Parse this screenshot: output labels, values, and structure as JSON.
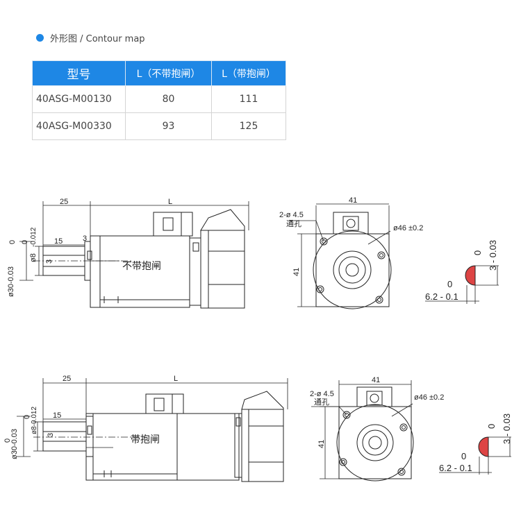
{
  "section": {
    "title": "外形图 / Contour map",
    "bullet_color": "#1e87e5"
  },
  "table": {
    "headers": [
      "型号",
      "L（不带抱闸）",
      "L（带抱闸）"
    ],
    "rows": [
      {
        "model": "40ASG-M00130",
        "l_no_brake": "80",
        "l_brake": "111"
      },
      {
        "model": "40ASG-M00330",
        "l_no_brake": "93",
        "l_brake": "125"
      }
    ],
    "header_color": "#1e87e5"
  },
  "drawing_top": {
    "dim_25": "25",
    "dim_L": "L",
    "dim_15": "15",
    "dim_3a": "3",
    "dim_3b": "3",
    "shaft_dia": "ø8",
    "shaft_tol_a": "0",
    "shaft_tol_b": "-0.012",
    "pilot_dia": "ø30-0.03",
    "pilot_tol": "0",
    "body_label": "不带抱闸",
    "flange_41_top": "41",
    "flange_41_side": "41",
    "hole_spec": "2-ø 4.5",
    "hole_note": "通孔",
    "pcd": "ø46 ±0.2",
    "key_0a": "0",
    "key_3": "3 - 0.03",
    "key_0b": "0",
    "key_62": "6.2 - 0.1"
  },
  "drawing_bottom": {
    "dim_25": "25",
    "dim_L": "L",
    "dim_15": "15",
    "dim_3": "3",
    "shaft_dia": "ø8-0.012",
    "shaft_tol": "0",
    "pilot_dia": "ø30-0.03",
    "pilot_tol": "0",
    "body_label": "带抱闸",
    "flange_41_top": "41",
    "flange_41_side": "41",
    "hole_spec": "2-ø 4.5",
    "hole_note": "通孔",
    "pcd": "ø46 ±0.2",
    "key_0a": "0",
    "key_3": "3 - 0.03",
    "key_0b": "0",
    "key_62": "6.2 - 0.1"
  }
}
